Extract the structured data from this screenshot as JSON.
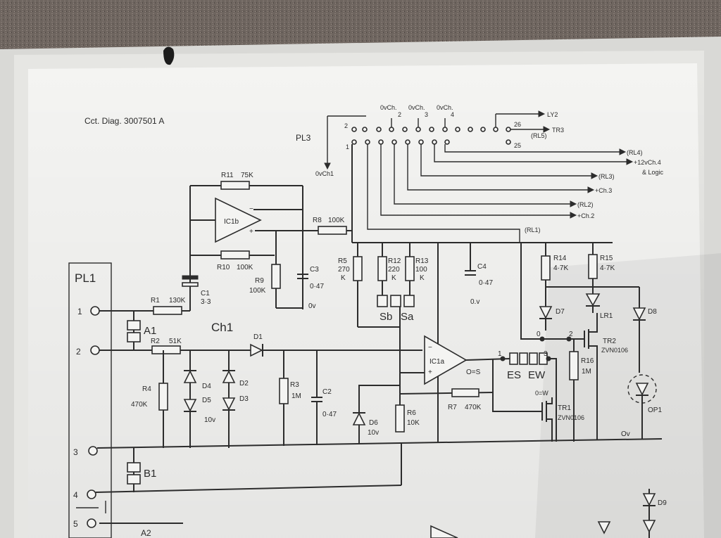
{
  "header": {
    "diagram_ref": "Cct. Diag. 3007501 A"
  },
  "connectors": {
    "pl1": {
      "name": "PL1",
      "pins": [
        "1",
        "2",
        "3",
        "4",
        "5"
      ]
    },
    "pl3": {
      "name": "PL3",
      "top_pin_labels": [
        "2",
        "1",
        "26",
        "25"
      ],
      "channel_labels": [
        "0vCh.",
        "0vCh.",
        "0vCh."
      ],
      "channel_numbers": [
        "2",
        "3",
        "4"
      ]
    }
  },
  "signals": {
    "ly2": "LY2",
    "tr3": "TR3",
    "rl5": "(RL5)",
    "rl4": "(RL4)",
    "v12_ch4": "+12vCh.4",
    "logic": "& Logic",
    "rl3": "(RL3)",
    "ch3": "+Ch.3",
    "rl2": "(RL2)",
    "ch2": "+Ch.2",
    "rl1": "(RL1)",
    "ov_ch1": "0vCh1"
  },
  "components": {
    "r1": "R1",
    "r1_val": "130K",
    "r2": "R2",
    "r2_val": "51K",
    "r3": "R3",
    "r3_val": "1M",
    "r4": "R4",
    "r4_val": "470K",
    "r5": "R5",
    "r5_val1": "270",
    "r5_val2": "K",
    "r6": "R6",
    "r6_val": "10K",
    "r7": "R7",
    "r7_val": "470K",
    "r8": "R8",
    "r8_val": "100K",
    "r9": "R9",
    "r9_val": "100K",
    "r10": "R10",
    "r10_val": "100K",
    "r11": "R11",
    "r11_val": "75K",
    "r12": "R12",
    "r12_val1": "220",
    "r12_val2": "K",
    "r13": "R13",
    "r13_val1": "100",
    "r13_val2": "K",
    "r14": "R14",
    "r14_val": "4·7K",
    "r15": "R15",
    "r15_val": "4·7K",
    "r16": "R16",
    "r16_val": "1M",
    "c1": "C1",
    "c1_val": "3·3",
    "c2": "C2",
    "c2_val": "0·47",
    "c3": "C3",
    "c3_val": "0·47",
    "c4": "C4",
    "c4_val": "0·47",
    "c4_ov": "0.v",
    "d1": "D1",
    "d2": "D2",
    "d3": "D3",
    "d4": "D4",
    "d5": "D5",
    "d5_val": "10v",
    "d6": "D6",
    "d6_val": "10v",
    "d7": "D7",
    "d8": "D8",
    "d9": "D9",
    "lr1": "LR1",
    "op1": "OP1",
    "tr1": "TR1",
    "tr1_type": "ZVN0106",
    "tr2": "TR2",
    "tr2_type": "ZVN0106",
    "ic1a": "IC1a",
    "ic1b": "IC1b",
    "plus": "+",
    "minus": "−",
    "a1": "A1",
    "b1": "B1",
    "a2": "A2",
    "sa": "Sa",
    "sb": "Sb",
    "es": "ES",
    "ew": "EW",
    "ch1": "Ch1",
    "link_0": "0",
    "link_1": "1",
    "link_2": "2",
    "link_3": "3",
    "o_s": "O=S",
    "osw": "0=W",
    "ov_c3": "0v",
    "ov_rail": "Ov"
  },
  "colors": {
    "paper": "#f4f4f2",
    "ink": "#2c2c2c",
    "carpet": "#6b625d"
  }
}
